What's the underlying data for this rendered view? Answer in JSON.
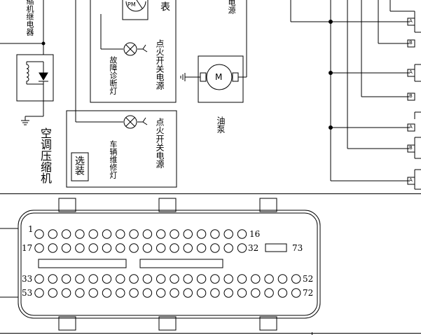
{
  "top_labels": {
    "compressor_relay": "缩机继电器",
    "meter_fragment": "表",
    "power_fragment": "电源",
    "gauge_text": "PM",
    "motor_text": "M"
  },
  "labels": {
    "ac_compressor": "空调压缩机",
    "ignition_power_1": "点火开关电源",
    "ignition_power_2": "点火开关电源",
    "fault_lamp": "故障诊断灯",
    "repair_lamp": "车辆维修灯",
    "fuel_pump": "油泵",
    "optional": "选装"
  },
  "connector_tags": [
    "A",
    "B",
    "A",
    "B",
    "A",
    "B",
    "A"
  ],
  "connector": {
    "row1_start": "1",
    "row1_end": "16",
    "row2_start": "17",
    "row2_end": "32",
    "aux_pin": "73",
    "row3_start": "33",
    "row3_end": "52",
    "row4_start": "53",
    "row4_end": "72"
  }
}
